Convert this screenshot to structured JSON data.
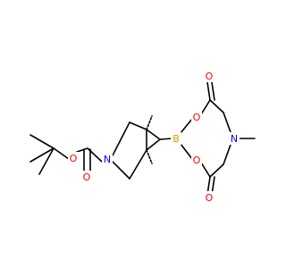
{
  "diagram": {
    "type": "chemical-structure",
    "atom_labels": {
      "boron": "B",
      "oxygen": "O",
      "nitrogen": "N"
    },
    "colors": {
      "carbon_bond": "#000000",
      "oxygen": "#ff0000",
      "nitrogen": "#0000ff",
      "boron": "#e69500"
    },
    "stereo": {
      "wedge_bonds": 2,
      "hydrogen_wedge": "hashed"
    }
  }
}
